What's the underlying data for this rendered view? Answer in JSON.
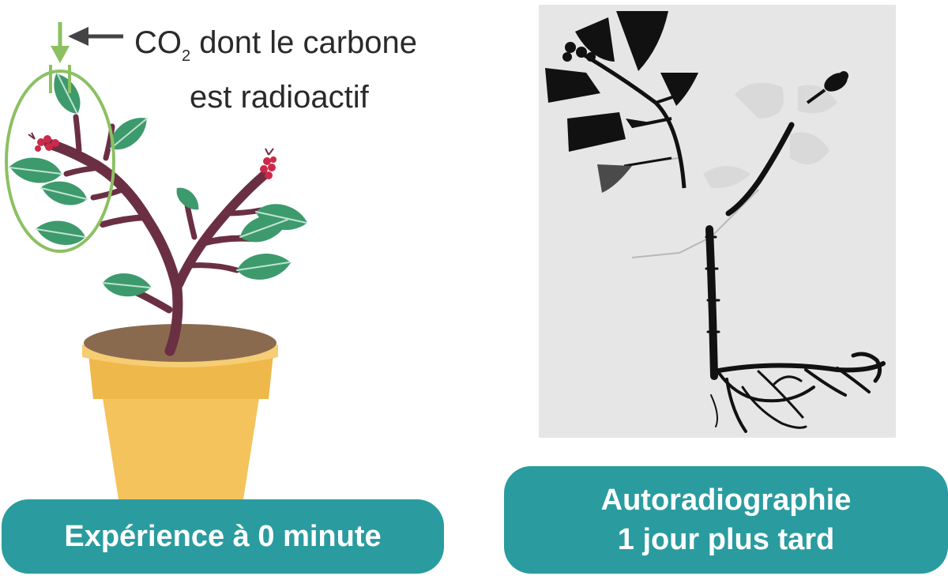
{
  "annotation": {
    "co2_prefix": "CO",
    "co2_subscript": "2",
    "co2_line1_rest": " dont le carbone",
    "co2_line2": "est radioactif"
  },
  "captions": {
    "left": "Expérience à 0 minute",
    "right_line1": "Autoradiographie",
    "right_line2": "1 jour plus tard"
  },
  "colors": {
    "caption_background": "#2a9c9f",
    "highlight_ellipse": "#8cc063",
    "arrow_green": "#8cc063",
    "stem": "#6b2f43",
    "leaf": "#3d9a6d",
    "leaf_vein": "#bfe3d0",
    "pot": "#f4c35c",
    "soil": "#8a6a4f",
    "berries": "#cc2a4a",
    "autoradiograph_background": "#e6e6e6",
    "autoradiograph_dark": "#111111"
  },
  "icons": {
    "left_arrow": "arrow-left-icon",
    "down_arrow": "arrow-down-icon"
  }
}
